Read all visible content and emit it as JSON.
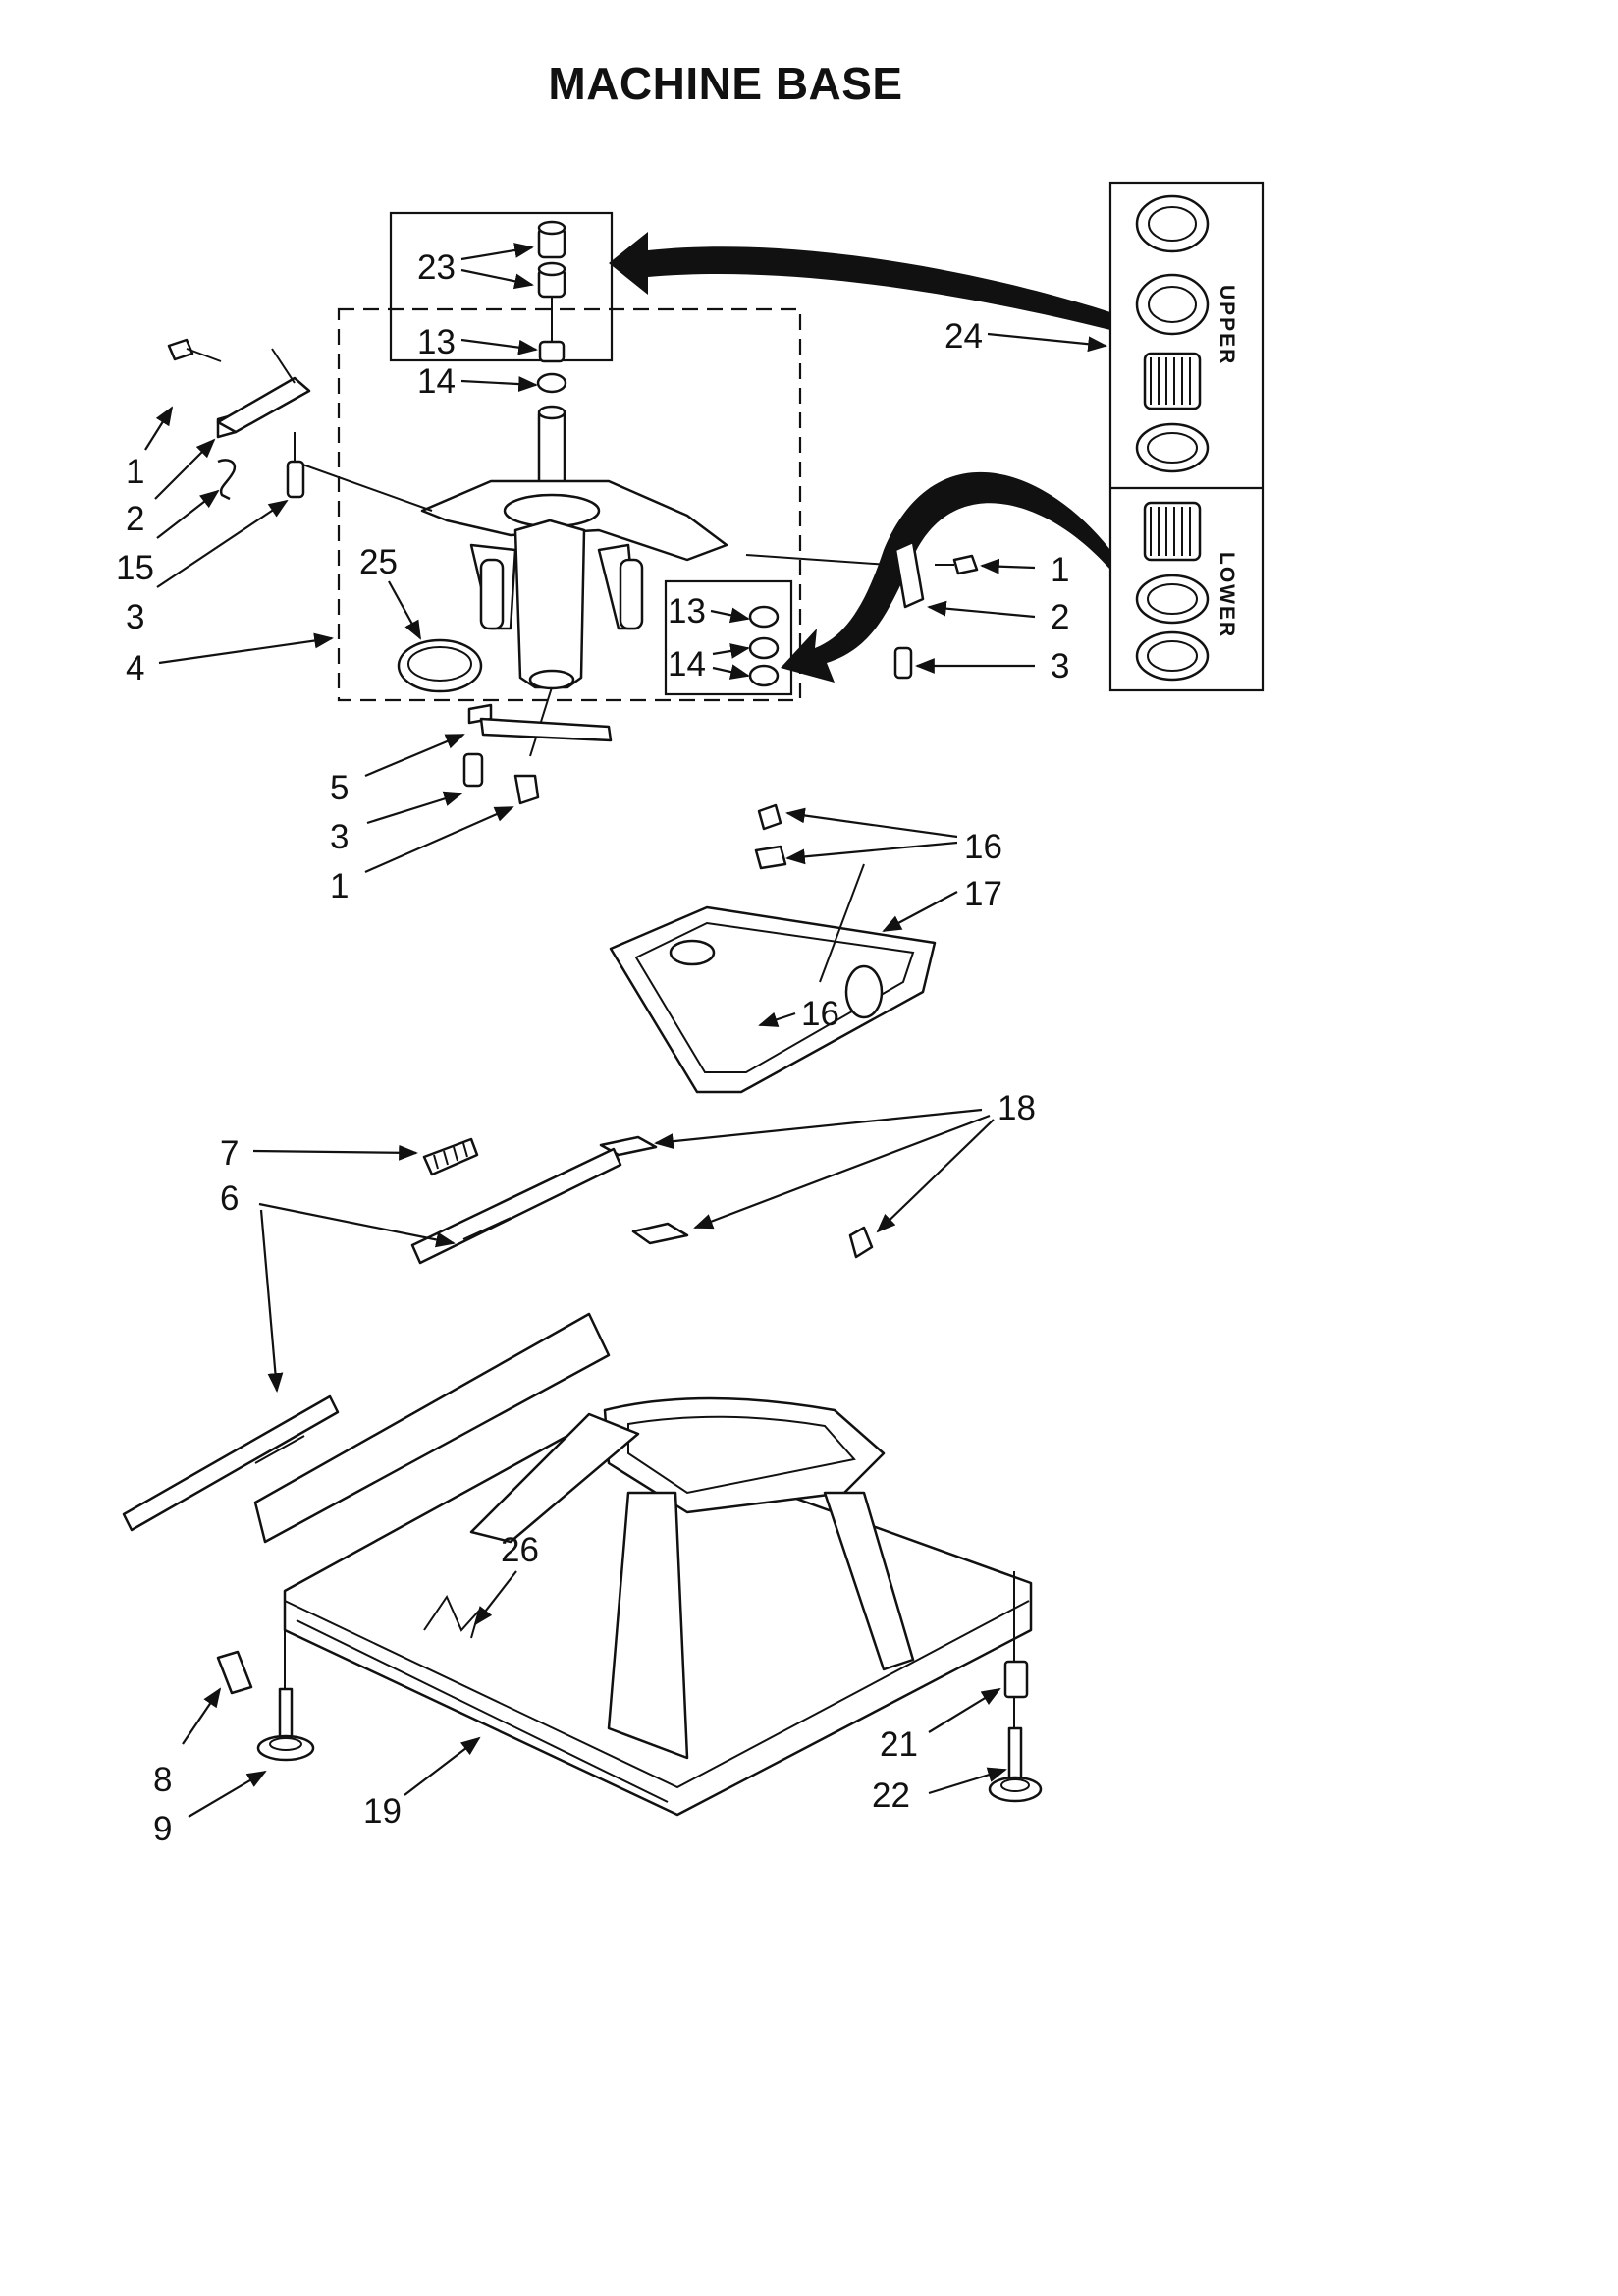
{
  "title": "MACHINE BASE",
  "kit_labels": {
    "upper": "UPPER",
    "lower": "LOWER"
  },
  "callouts": [
    {
      "id": "c23",
      "text": "23"
    },
    {
      "id": "c13a",
      "text": "13"
    },
    {
      "id": "c14a",
      "text": "14"
    },
    {
      "id": "c24",
      "text": "24"
    },
    {
      "id": "c1a",
      "text": "1"
    },
    {
      "id": "c2a",
      "text": "2"
    },
    {
      "id": "c15",
      "text": "15"
    },
    {
      "id": "c3a",
      "text": "3"
    },
    {
      "id": "c4",
      "text": "4"
    },
    {
      "id": "c25",
      "text": "25"
    },
    {
      "id": "c13b",
      "text": "13"
    },
    {
      "id": "c14b",
      "text": "14"
    },
    {
      "id": "c1b",
      "text": "1"
    },
    {
      "id": "c2b",
      "text": "2"
    },
    {
      "id": "c3b",
      "text": "3"
    },
    {
      "id": "c5",
      "text": "5"
    },
    {
      "id": "c3c",
      "text": "3"
    },
    {
      "id": "c1c",
      "text": "1"
    },
    {
      "id": "c16a",
      "text": "16"
    },
    {
      "id": "c17",
      "text": "17"
    },
    {
      "id": "c16b",
      "text": "16"
    },
    {
      "id": "c18",
      "text": "18"
    },
    {
      "id": "c7",
      "text": "7"
    },
    {
      "id": "c6",
      "text": "6"
    },
    {
      "id": "c26",
      "text": "26"
    },
    {
      "id": "c8",
      "text": "8"
    },
    {
      "id": "c9",
      "text": "9"
    },
    {
      "id": "c19",
      "text": "19"
    },
    {
      "id": "c21",
      "text": "21"
    },
    {
      "id": "c22",
      "text": "22"
    }
  ]
}
